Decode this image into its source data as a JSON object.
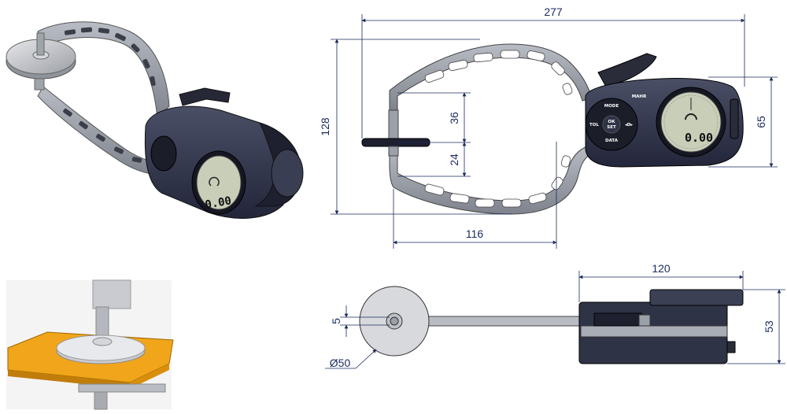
{
  "dimensions": {
    "total_length": "277",
    "height": "128",
    "upper_depth": "36",
    "lower_depth": "24",
    "reach": "116",
    "display_height": "65",
    "housing_length": "120",
    "housing_height": "53",
    "contact_thickness": "5",
    "contact_diameter": "Ø50"
  },
  "gauge": {
    "buttons": {
      "mode": "MODE",
      "ok": "OK",
      "set": "SET",
      "tol": "TOL",
      "data": "DATA",
      "arrow": "◂D▸"
    },
    "reading": "0.00",
    "brand": "MAHR"
  },
  "colors": {
    "dimension": "#1a2a5c",
    "body": "#2f3346",
    "arm": "#9a9ea6",
    "lcd": "#c8ceb8",
    "plate": "#f0a51b"
  }
}
